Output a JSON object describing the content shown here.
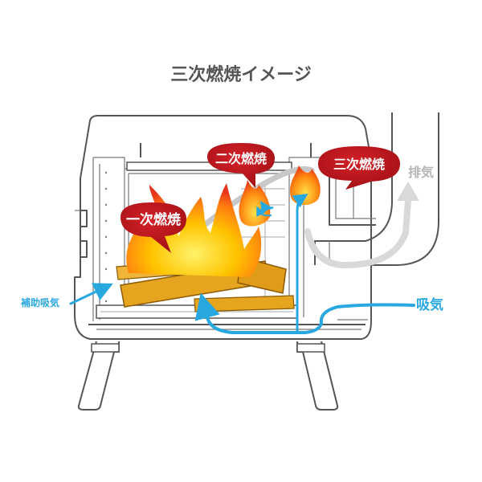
{
  "diagram": {
    "title": "三次燃焼イメージ",
    "bubbles": {
      "primary": "一次燃焼",
      "secondary": "二次燃焼",
      "tertiary": "三次燃焼"
    },
    "labels": {
      "intake": "吸気",
      "auxiliary_intake": "補助吸気",
      "exhaust": "排気"
    },
    "colors": {
      "bubble": "#b4151b",
      "intake_arrow": "#29a8e0",
      "exhaust_arrow": "#d9d9d9",
      "fire_outer": "#ee3a1c",
      "fire_inner": "#ffd000",
      "wood": "#e6a51f",
      "smoke": "#c8c8c8",
      "outline": "#555555"
    }
  }
}
